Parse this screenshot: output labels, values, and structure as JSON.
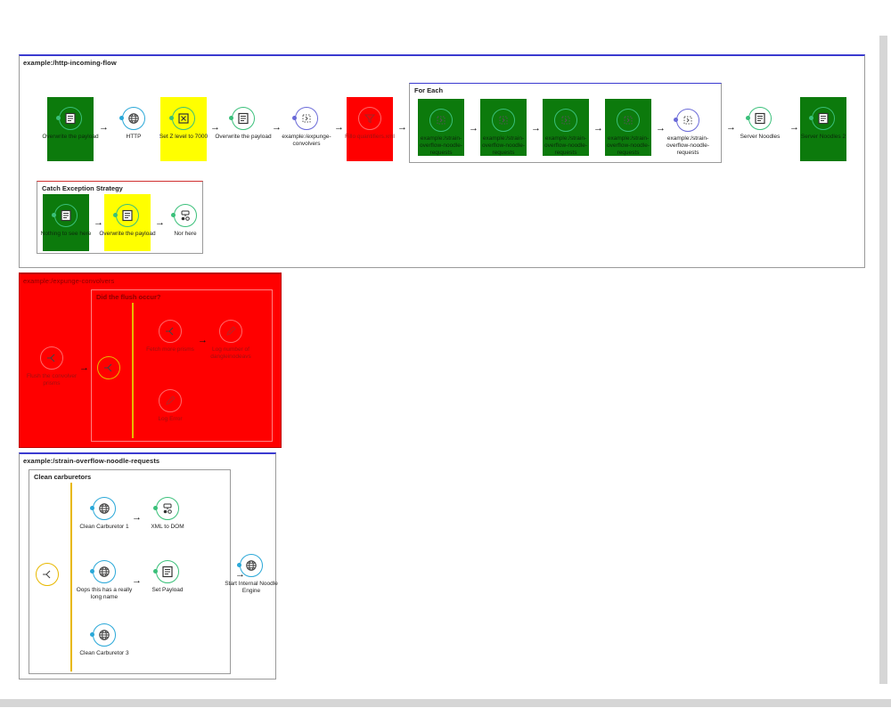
{
  "flows": {
    "http": {
      "title": "example:/http-incoming-flow",
      "nodes": [
        {
          "label": "Overwrite the payload",
          "icon": "set-payload-icon"
        },
        {
          "label": "HTTP",
          "icon": "globe-icon"
        },
        {
          "label": "Set Z level to 7000",
          "icon": "transform-icon"
        },
        {
          "label": "Overwrite the payload",
          "icon": "set-payload-icon"
        },
        {
          "label": "example:/expunge-convolvers",
          "icon": "flow-ref-icon"
        },
        {
          "label": "Fillo quantifiers.xml",
          "icon": "filter-icon"
        },
        {
          "label": "Server Noodles",
          "icon": "set-payload-icon"
        },
        {
          "label": "Server Noodles 2",
          "icon": "set-payload-icon"
        }
      ],
      "for_each": {
        "title": "For Each",
        "items": [
          {
            "label": "example:/strain-overflow-noodle-requests"
          },
          {
            "label": "example:/strain-overflow-noodle-requests"
          },
          {
            "label": "example:/strain-overflow-noodle-requests"
          },
          {
            "label": "example:/strain-overflow-noodle-requests"
          },
          {
            "label": "example:/strain-overflow-noodle-requests"
          }
        ]
      },
      "catch": {
        "title": "Catch Exception Strategy",
        "nodes": [
          {
            "label": "Nothing to see here"
          },
          {
            "label": "Overwrite the payload"
          },
          {
            "label": "Nor here"
          }
        ]
      }
    },
    "expunge": {
      "title": "example:/expunge-convolvers",
      "first": {
        "label": "Flush the convolver prisms"
      },
      "choice": {
        "title": "Did the flush occur?",
        "nodes": [
          {
            "label": "Fetch more prisms"
          },
          {
            "label": "Log number of dangleinodeavs"
          },
          {
            "label": "Log Error"
          }
        ]
      }
    },
    "strain": {
      "title": "example:/strain-overflow-noodle-requests",
      "scatter": {
        "title": "Clean carburetors",
        "nodes": [
          {
            "label": "Clean Carburetor 1"
          },
          {
            "label": "XML to DOM"
          },
          {
            "label": "Oops this has a really long name"
          },
          {
            "label": "Set Payload"
          },
          {
            "label": "Clean Carburetor 3"
          }
        ]
      },
      "last": {
        "label": "Start Internal Noodle Engine"
      }
    }
  },
  "colors": {
    "highlight_green": "#0c7a0c",
    "highlight_yellow": "#ffff00",
    "highlight_red": "#ff0000",
    "flow_accent": "#3a3ad0",
    "router_line": "#e8b800"
  }
}
